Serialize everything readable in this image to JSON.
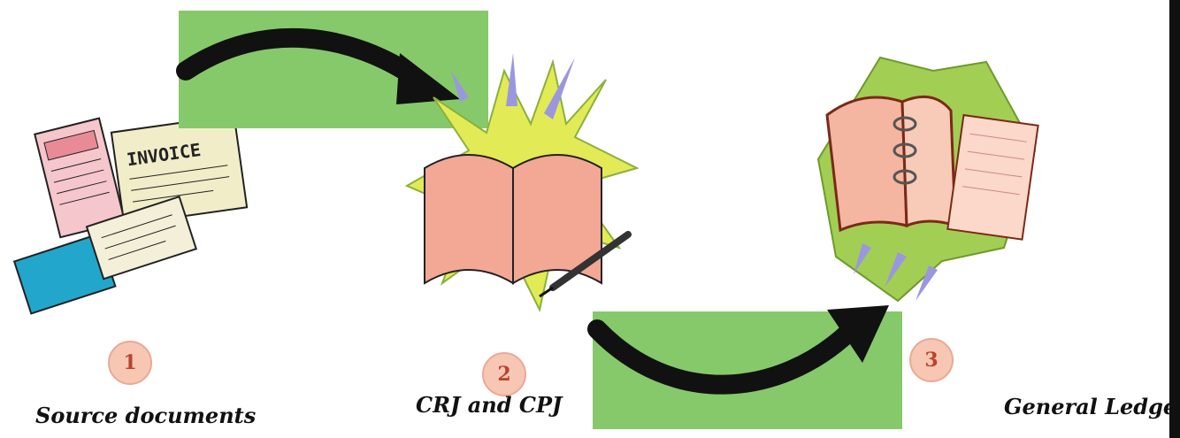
{
  "steps": [
    {
      "number": "1",
      "caption": "Source documents",
      "icon": "source-documents-icon"
    },
    {
      "number": "2",
      "caption": "CRJ and CPJ",
      "icon": "journal-book-icon"
    },
    {
      "number": "3",
      "caption": "General Ledger",
      "icon": "ledger-icon"
    }
  ],
  "invoice_text": "INVOICE",
  "colors": {
    "arrow_box": "#86c96b",
    "arrow": "#111111",
    "circle_fill": "#f7c7b4",
    "circle_text": "#b8442e",
    "burst": "#e2ea56"
  }
}
